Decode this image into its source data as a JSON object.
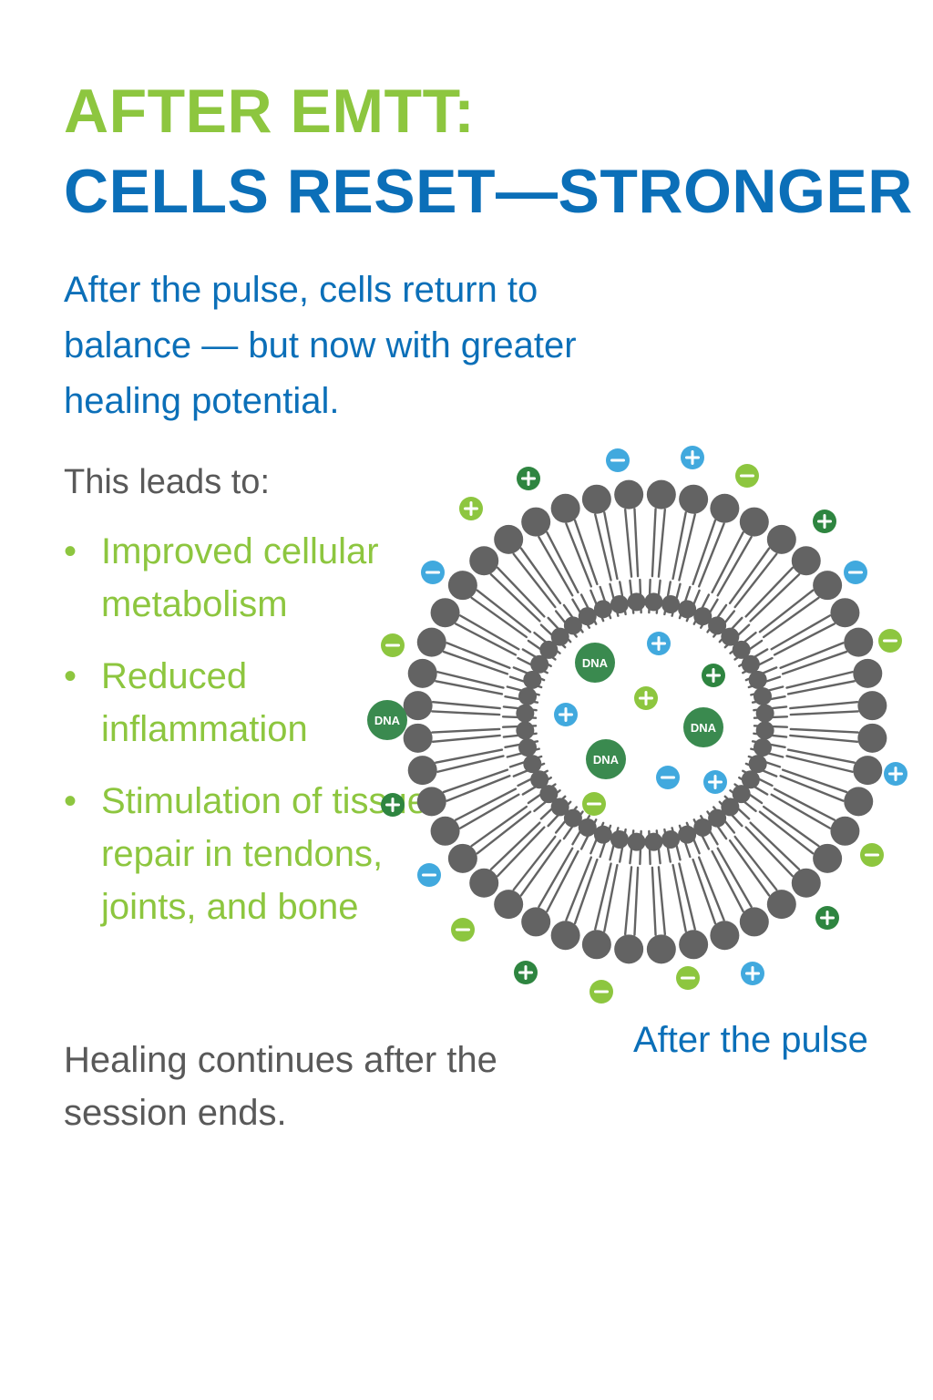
{
  "header": {
    "title_line1": "AFTER EMTT:",
    "title_line2": "CELLS RESET—STRONGER"
  },
  "intro": {
    "text": "After the pulse, cells return to balance — but now with greater healing potential."
  },
  "leads_to": {
    "label": "This leads to:",
    "bullet": "•",
    "items": [
      "Improved cellular metabolism",
      "Reduced inflammation",
      "Stimulation of tissue repair in tendons, joints, and bone"
    ]
  },
  "closing": {
    "text": "Healing continues after the session ends."
  },
  "diagram": {
    "caption": "After the pulse",
    "dna_label": "DNA",
    "plus_sign": "+",
    "minus_sign": "−"
  },
  "colors": {
    "title_green": "#8dc63f",
    "primary_blue": "#0b6fb8",
    "body_gray": "#595959",
    "bullet_green": "#8dc63f",
    "lipid_gray": "#636363",
    "ion_dark_green": "#2e8540",
    "ion_light_green": "#8dc63f",
    "ion_blue": "#41a9de",
    "dna_green": "#3a8a4f"
  },
  "icons": {
    "lipid": "phospholipid-molecule-icon",
    "ion_positive": "positive-ion-icon",
    "ion_negative": "negative-ion-icon",
    "dna": "dna-molecule-icon"
  }
}
